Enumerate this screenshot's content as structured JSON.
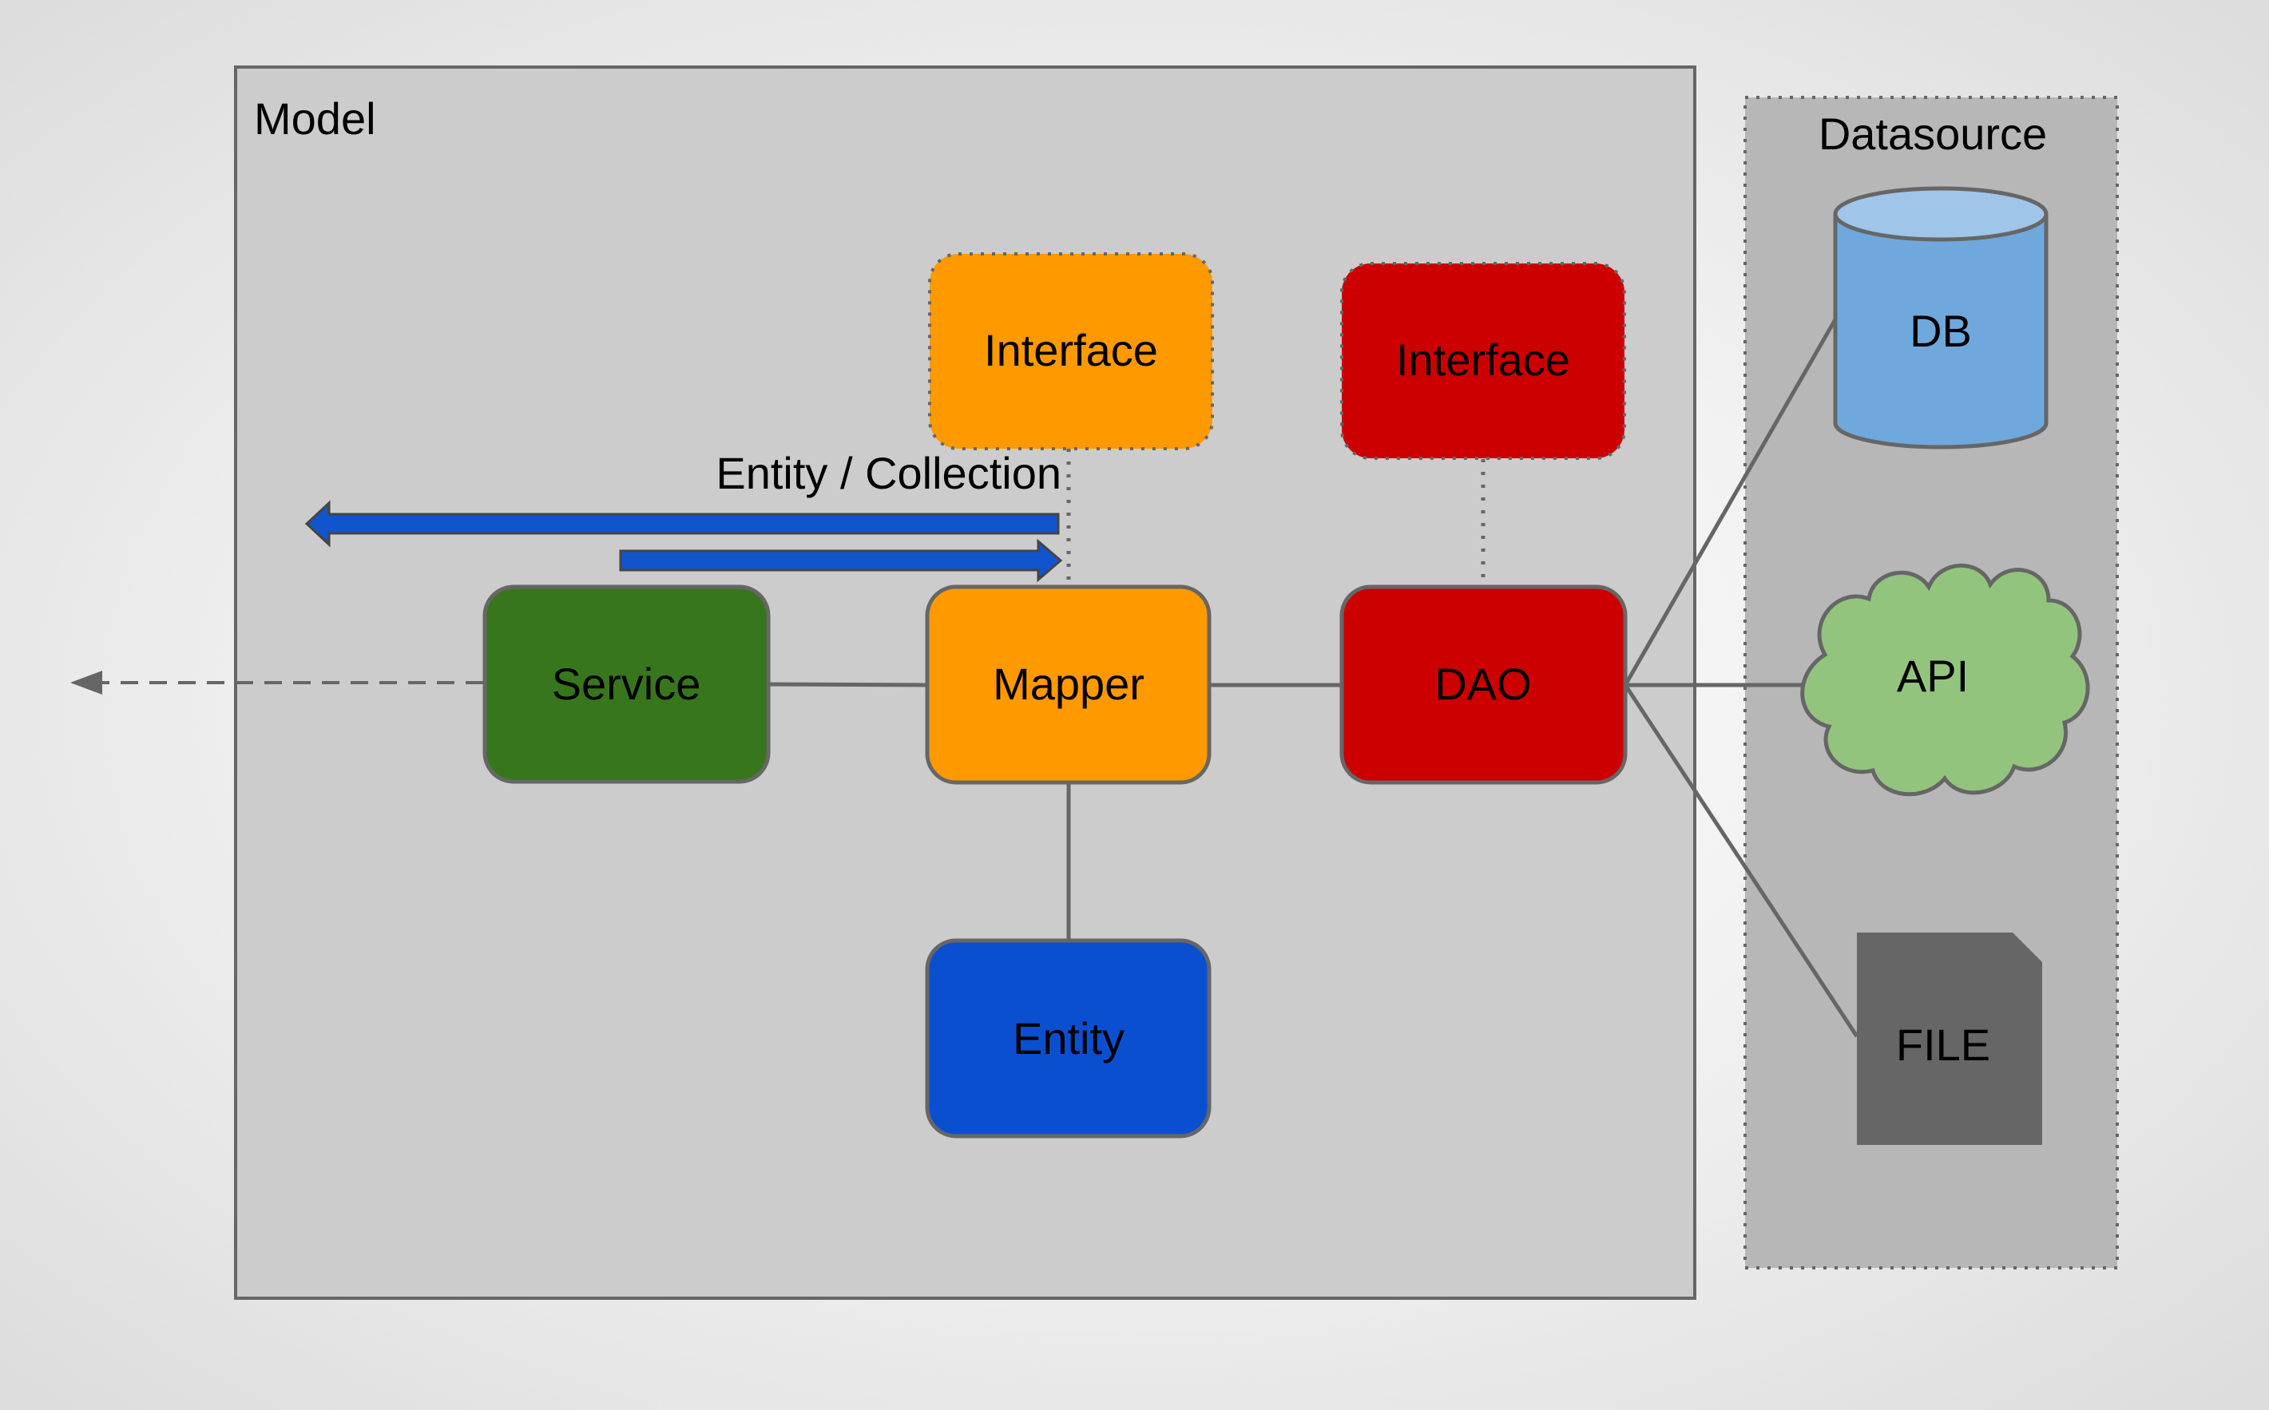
{
  "model": {
    "label": "Model"
  },
  "datasource": {
    "label": "Datasource",
    "items": {
      "db": "DB",
      "api": "API",
      "file": "FILE"
    }
  },
  "nodes": {
    "interface_mapper": "Interface",
    "interface_dao": "Interface",
    "service": "Service",
    "mapper": "Mapper",
    "dao": "DAO",
    "entity": "Entity"
  },
  "flow_label": "Entity / Collection",
  "colors": {
    "service": "#38761d",
    "mapper": "#ff9900",
    "dao": "#cc0000",
    "entity": "#0b4fd1",
    "db": "#6fa8dc",
    "db_top": "#9fc5e8",
    "api": "#93c47d",
    "file": "#666666",
    "arrow": "#1155cc"
  }
}
